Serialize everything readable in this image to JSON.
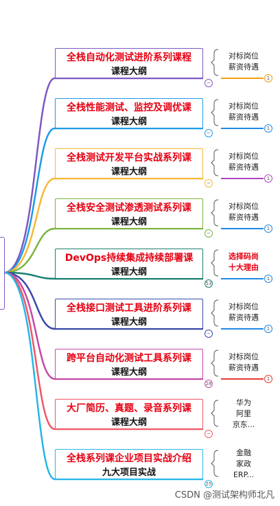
{
  "branches": [
    {
      "title": "全栈自动化测试进阶系列课程",
      "subtitle": "课程大纲",
      "note": [
        "对标岗位",
        "薪资待遇"
      ],
      "note_red": false,
      "note_count": "1",
      "child_badge": "−",
      "color": "#7e57c2"
    },
    {
      "title": "全栈性能测试、监控及调优课",
      "subtitle": "课程大纲",
      "note": [
        "对标岗位",
        "薪资待遇"
      ],
      "note_red": false,
      "note_count": "1",
      "child_badge": "−",
      "color": "#1e9be5"
    },
    {
      "title": "全栈测试开发平台实战系列课",
      "subtitle": "课程大纲",
      "note": [
        "对标岗位",
        "薪资待遇"
      ],
      "note_red": false,
      "note_count": "1",
      "child_badge": "−",
      "color": "#f6b935"
    },
    {
      "title": "全栈安全测试渗透测试系列课",
      "subtitle": "课程大纲",
      "note": [
        "对标岗位",
        "薪资待遇"
      ],
      "note_red": false,
      "note_count": "1",
      "child_badge": "−",
      "color": "#7cb342"
    },
    {
      "title": "DevOps持续集成持续部署课",
      "subtitle": "课程大纲",
      "note": [
        "选择码尚",
        "十大理由"
      ],
      "note_red": true,
      "note_count": "1",
      "child_badge": "53",
      "color": "#1a7f6e"
    },
    {
      "title": "全栈接口测试工具进阶系列课",
      "subtitle": "课程大纲",
      "note": [
        "对标岗位",
        "薪资待遇"
      ],
      "note_red": false,
      "note_count": "1",
      "child_badge": "−",
      "color": "#3949ab"
    },
    {
      "title": "跨平台自动化测试工具系列课",
      "subtitle": "课程大纲",
      "note": [
        "对标岗位",
        "薪资待遇"
      ],
      "note_red": false,
      "note_count": "1",
      "child_badge": "28",
      "color": "#c548a6"
    },
    {
      "title": "大厂简历、真题、录音系列课",
      "subtitle": "课程大纲",
      "note": [
        "华为",
        "阿里",
        "京东..."
      ],
      "note_red": false,
      "note_count": "",
      "child_badge": "−",
      "color": "#ef5664"
    },
    {
      "title": "全栈系列课企业项目实战介绍",
      "subtitle": "九大项目实战",
      "note": [
        "金融",
        "家政",
        "ERP..."
      ],
      "note_red": false,
      "note_count": "",
      "child_badge": "25",
      "color": "#26b5e8"
    }
  ],
  "note_link_colors": [
    "#f39c12",
    "#1e88e5",
    "#ab47bc",
    "#1e88e5",
    "#1e88e5",
    "#1e88e5",
    "#e53935",
    "",
    ""
  ],
  "watermark": "CSDN @测试架构师北凡"
}
